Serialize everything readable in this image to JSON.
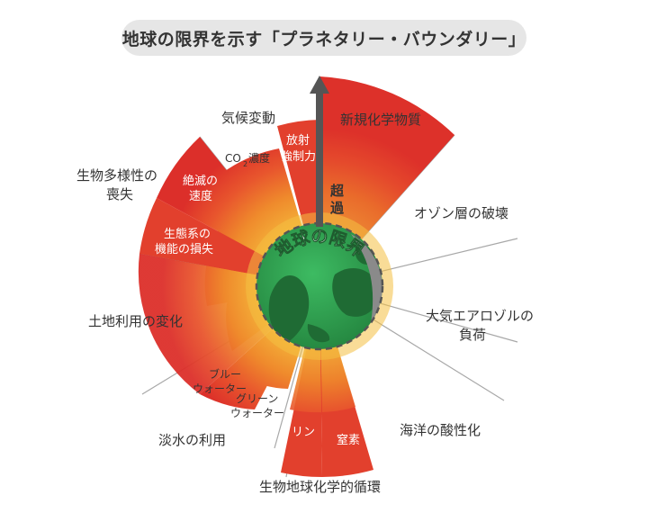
{
  "title": "地球の限界を示す「プラネタリー・バウンダリー」",
  "center_label": "地球の限界",
  "exceed_label": [
    "超",
    "過"
  ],
  "categories": {
    "climate": "気候変動",
    "co2": [
      "CO",
      "2",
      "濃度"
    ],
    "radiative": [
      "放射",
      "強制力"
    ],
    "novel": "新規化学物質",
    "ozone": "オゾン層の破壊",
    "aerosol": [
      "大気エアロゾルの",
      "負荷"
    ],
    "ocean": "海洋の酸性化",
    "biogeo": "生物地球化学的循環",
    "nitrogen": "窒素",
    "phosphorus": "リン",
    "freshwater": "淡水の利用",
    "green_water": [
      "グリーン",
      "ウォーター"
    ],
    "blue_water": [
      "ブルー",
      "ウォーター"
    ],
    "land": "土地利用の変化",
    "biodiversity": [
      "生物多様性の",
      "喪失"
    ],
    "extinction": [
      "絶滅の",
      "速度"
    ],
    "ecosystem": [
      "生態系の",
      "機能の損失"
    ]
  },
  "colors": {
    "exceeded_red": "#e0362c",
    "orange": "#f08a2a",
    "yellow": "#f3b93a",
    "globe_green": "#2f9d51",
    "land_green": "#1f6b34",
    "arrow_gray": "#555555",
    "line_gray": "#9a9a9a"
  }
}
